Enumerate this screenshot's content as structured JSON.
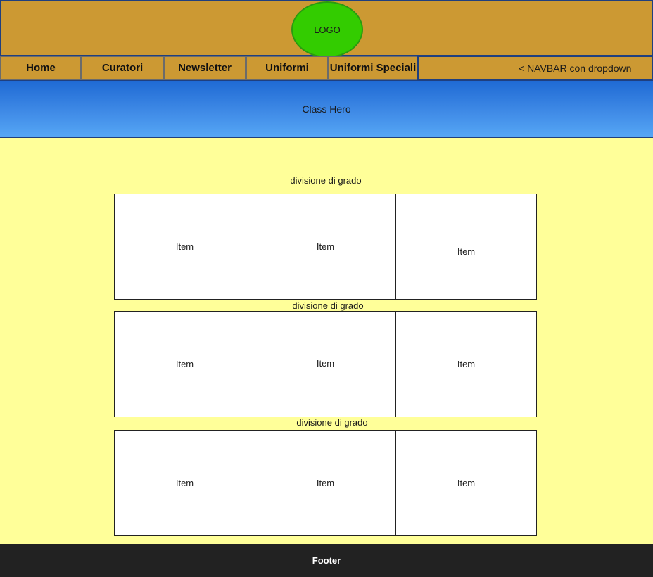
{
  "header": {
    "logo_label": "LOGO"
  },
  "navbar": {
    "items": [
      "Home",
      "Curatori",
      "Newsletter",
      "Uniformi",
      "Uniformi Speciali"
    ],
    "note": "< NAVBAR  con dropdown"
  },
  "hero": {
    "label": "Class Hero"
  },
  "sections": [
    {
      "label": "divisione di grado",
      "items": [
        "Item",
        "Item",
        "Item"
      ]
    },
    {
      "label": "divisione di grado",
      "items": [
        "Item",
        "Item",
        "Item"
      ]
    },
    {
      "label": "divisione di grado",
      "items": [
        "Item",
        "Item",
        "Item"
      ]
    }
  ],
  "footer": {
    "label": "Footer"
  },
  "colors": {
    "header_bg": "#cc9933",
    "logo_bg": "#33cc00",
    "hero_gradient": [
      "#1f6ad4",
      "#55a6f5"
    ],
    "page_bg": "#ffff99",
    "footer_bg": "#222222",
    "border": "#1f3f7f"
  }
}
